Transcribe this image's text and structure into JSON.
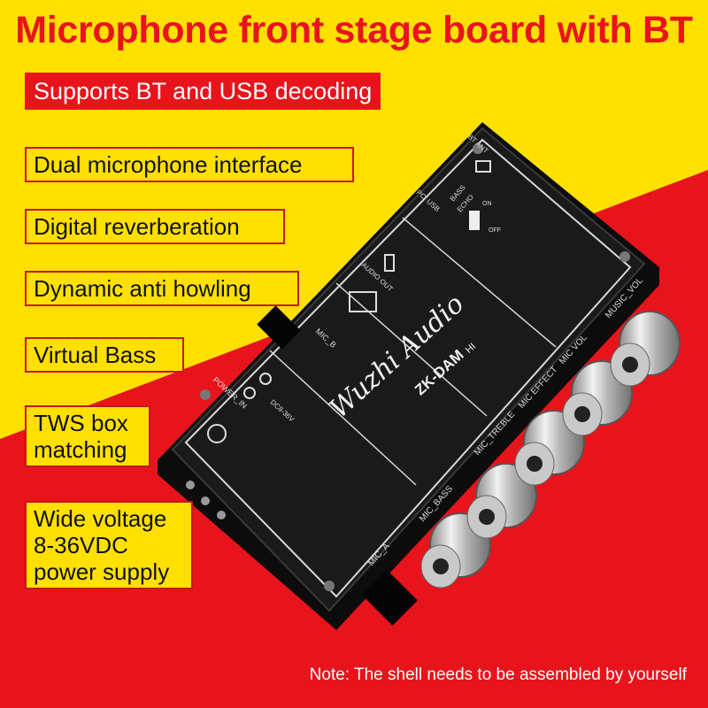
{
  "title": "Microphone front stage board with BT",
  "subtitle": "Supports BT and USB decoding",
  "features": [
    "Dual microphone interface",
    "Digital reverberation",
    "Dynamic anti howling",
    "Virtual Bass",
    "TWS box\nmatching",
    "Wide voltage\n8-36VDC\npower supply"
  ],
  "note": "Note: The shell needs to be assembled by yourself",
  "board": {
    "brand": "Wuzhi Audio",
    "model": "ZK-DAM",
    "model_badge": "HI",
    "knob_labels": [
      "MIC_BASS",
      "MIC_TREBLE",
      "MIC EFFECT",
      "MIC VOL",
      "MUSIC_VOL"
    ],
    "port_labels": [
      "MIC_A",
      "MIC_B",
      "POWER_IN",
      "DC8-36V",
      "AUDIO OUT",
      "PC/ USB",
      "BT ANT",
      "BASS",
      "ECHO",
      "ON",
      "OFF"
    ]
  },
  "colors": {
    "yellow": "#ffe000",
    "red": "#e8141c",
    "board": "#141414",
    "knob": "#c9c9c9"
  }
}
